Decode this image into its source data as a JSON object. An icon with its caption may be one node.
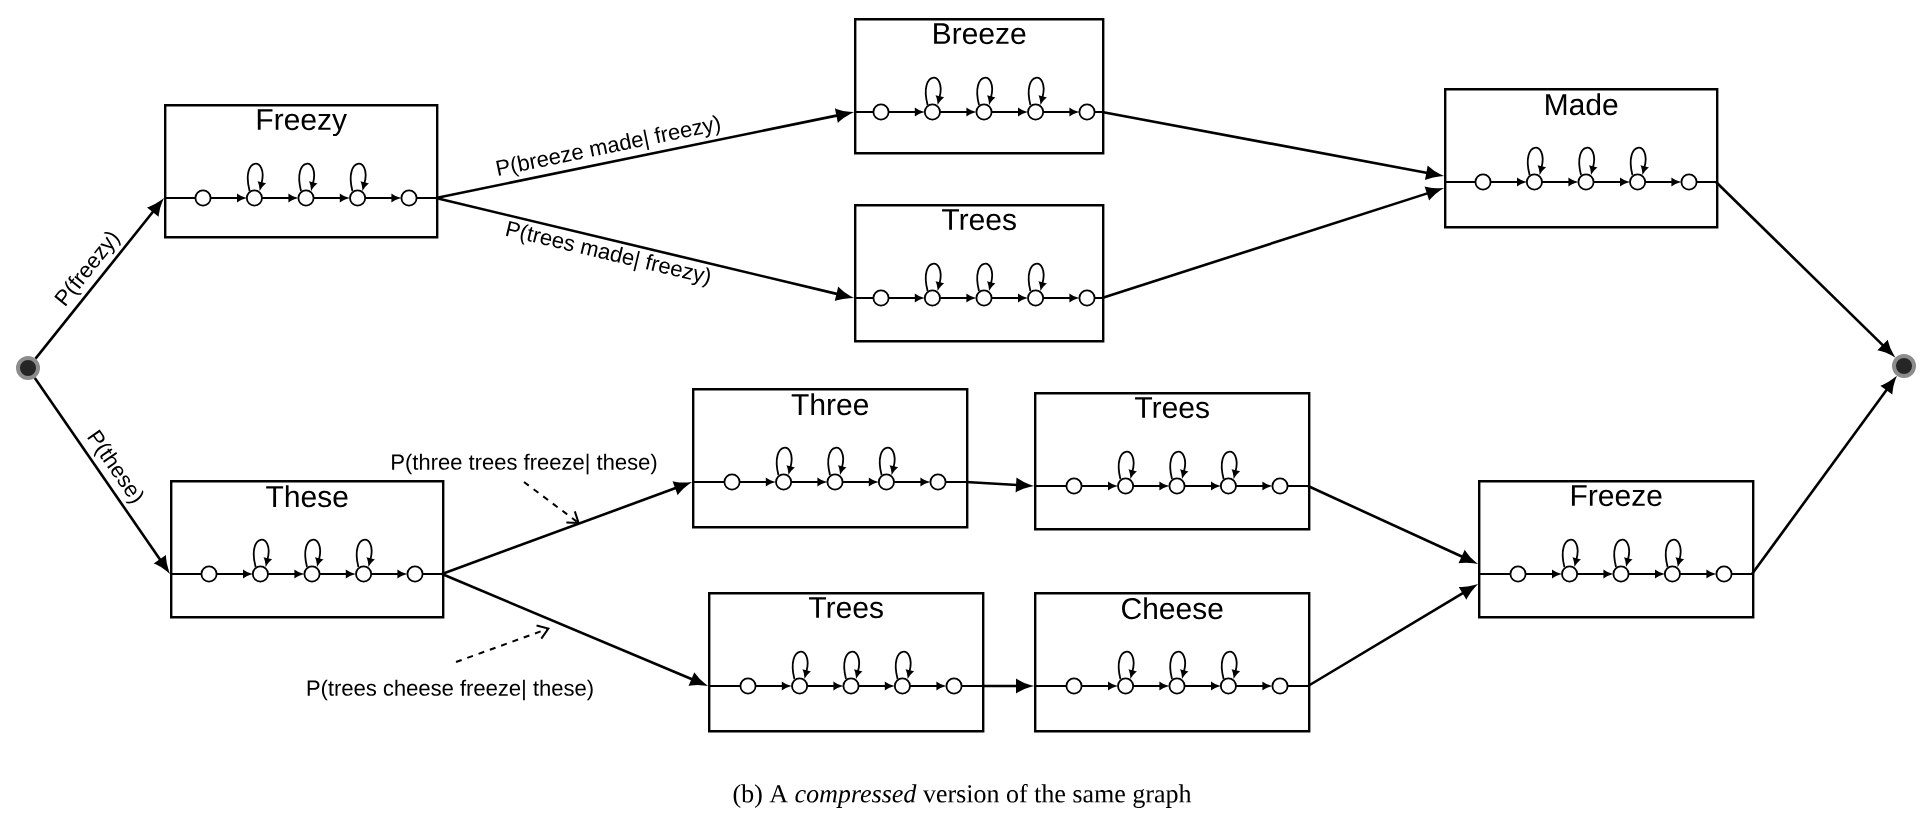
{
  "diagram": {
    "caption": "(b) A *compressed* version of the same graph",
    "nodes": [
      {
        "text": [],
        "shape": "circle"
      },
      {
        "text": [
          "Freezy"
        ]
      },
      {
        "text": [
          "Breeze"
        ]
      },
      {
        "text": [
          "Trees"
        ]
      },
      {
        "text": [
          "Made"
        ]
      },
      {
        "text": [
          "These"
        ]
      },
      {
        "text": [
          "Three"
        ]
      },
      {
        "text": [
          "Trees"
        ]
      },
      {
        "text": [
          "Trees"
        ]
      },
      {
        "text": [
          "Cheese"
        ]
      },
      {
        "text": [
          "Freeze"
        ]
      },
      {
        "text": [],
        "shape": "circle"
      }
    ],
    "edges": [
      {
        "from": 0,
        "to": 1,
        "arrow": "to",
        "label": "P(freezy)"
      },
      {
        "from": 0,
        "to": 5,
        "arrow": "to",
        "label": "P(these)"
      },
      {
        "from": 1,
        "to": 2,
        "arrow": "to",
        "label": "P(breeze made| freezy)"
      },
      {
        "from": 1,
        "to": 3,
        "arrow": "to",
        "label": "P(trees made| freezy)"
      },
      {
        "from": 2,
        "to": 4,
        "arrow": "to"
      },
      {
        "from": 3,
        "to": 4,
        "arrow": "to"
      },
      {
        "from": 5,
        "to": 6,
        "arrow": "to",
        "label": "P(three trees freeze| these)"
      },
      {
        "from": 5,
        "to": 8,
        "arrow": "to",
        "label": "P(trees cheese freeze| these)"
      },
      {
        "from": 6,
        "to": 7,
        "arrow": "to"
      },
      {
        "from": 8,
        "to": 9,
        "arrow": "to"
      },
      {
        "from": 7,
        "to": 10,
        "arrow": "to"
      },
      {
        "from": 9,
        "to": 10,
        "arrow": "to"
      },
      {
        "from": 4,
        "to": 11,
        "arrow": "to"
      },
      {
        "from": 10,
        "to": 11,
        "arrow": "to"
      }
    ]
  }
}
